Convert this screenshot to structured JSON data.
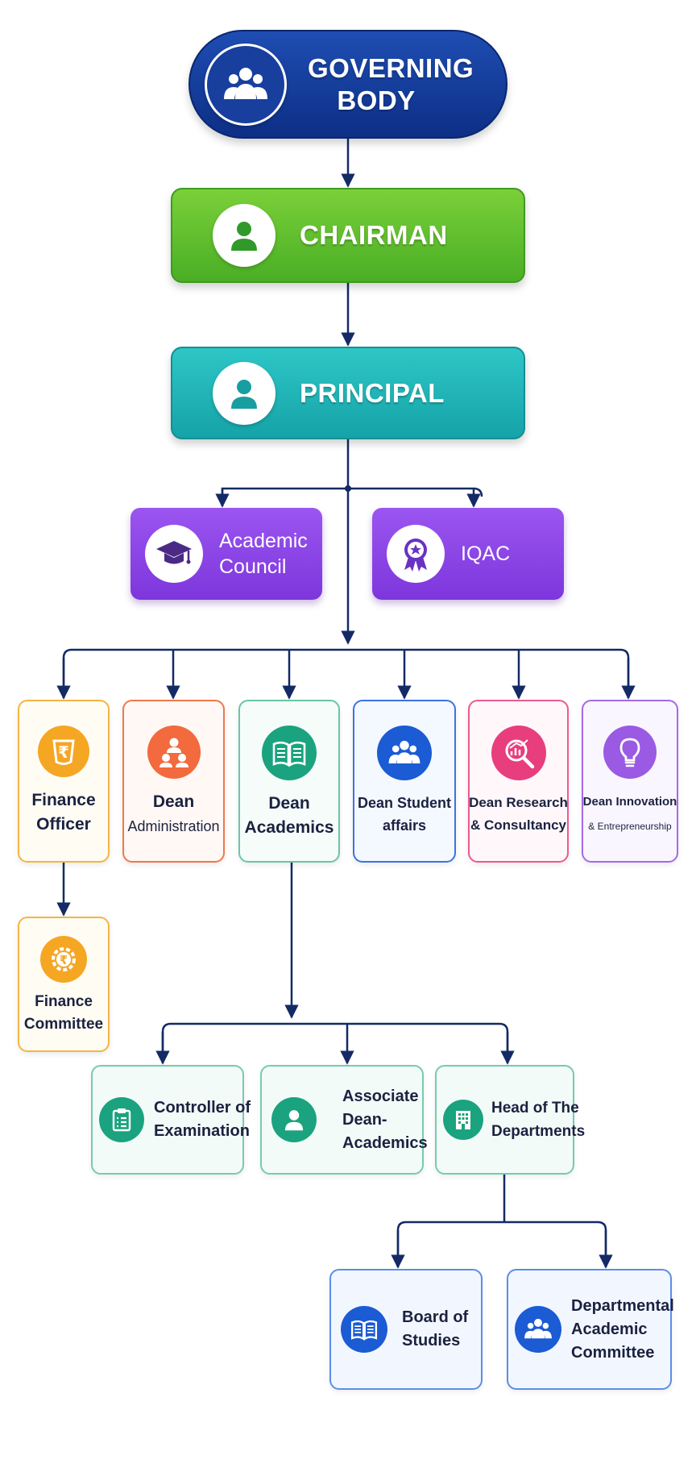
{
  "nodes": {
    "governing_body": {
      "line1": "GOVERNING",
      "line2": "BODY",
      "icon": "people-group-icon",
      "color": "#1a3f9c"
    },
    "chairman": {
      "label": "CHAIRMAN",
      "icon": "person-icon",
      "color": "#5cbd2e"
    },
    "principal": {
      "label": "PRINCIPAL",
      "icon": "person-icon",
      "color": "#1fb3b6"
    },
    "academic_council": {
      "line1": "Academic",
      "line2": "Council",
      "icon": "graduation-cap-icon",
      "color": "#8a45e6"
    },
    "iqac": {
      "label": "IQAC",
      "icon": "award-ribbon-icon",
      "color": "#8a45e6"
    },
    "finance_officer": {
      "line1": "Finance",
      "line2": "Officer",
      "icon": "rupee-badge-icon",
      "color": "#f5a623"
    },
    "dean_administration": {
      "line1": "Dean",
      "line2": "Administration",
      "icon": "team-hierarchy-icon",
      "color": "#f26a3d"
    },
    "dean_academics": {
      "line1": "Dean",
      "line2": "Academics",
      "icon": "open-book-icon",
      "color": "#1aa37e"
    },
    "dean_student_affairs": {
      "line1": "Dean Student",
      "line2": "affairs",
      "icon": "people-group-icon",
      "color": "#1b5bd4"
    },
    "dean_research": {
      "line1": "Dean Research",
      "line2": "& Consultancy",
      "icon": "magnifier-chart-icon",
      "color": "#e83e7d"
    },
    "dean_innovation": {
      "line1": "Dean Innovation",
      "line2": "& Entrepreneurship",
      "icon": "lightbulb-icon",
      "color": "#9a5ae4"
    },
    "finance_committee": {
      "line1": "Finance",
      "line2": "Committee",
      "icon": "rupee-gear-icon",
      "color": "#f5a623"
    },
    "controller_of_examination": {
      "line1": "Controller of",
      "line2": "Examination",
      "icon": "clipboard-icon",
      "color": "#1aa37e"
    },
    "associate_dean_academics": {
      "line1": "Associate",
      "line2": "Dean-",
      "line3": "Academics",
      "icon": "person-icon",
      "color": "#1aa37e"
    },
    "head_of_departments": {
      "line1": "Head of The",
      "line2": "Departments",
      "icon": "building-icon",
      "color": "#1aa37e"
    },
    "board_of_studies": {
      "line1": "Board of",
      "line2": "Studies",
      "icon": "open-book-icon",
      "color": "#1b5bd4"
    },
    "departmental_academic_committee": {
      "line1": "Departmental",
      "line2": "Academic",
      "line3": "Committee",
      "icon": "people-group-icon",
      "color": "#1b5bd4"
    }
  },
  "connector_color": "#142a66"
}
